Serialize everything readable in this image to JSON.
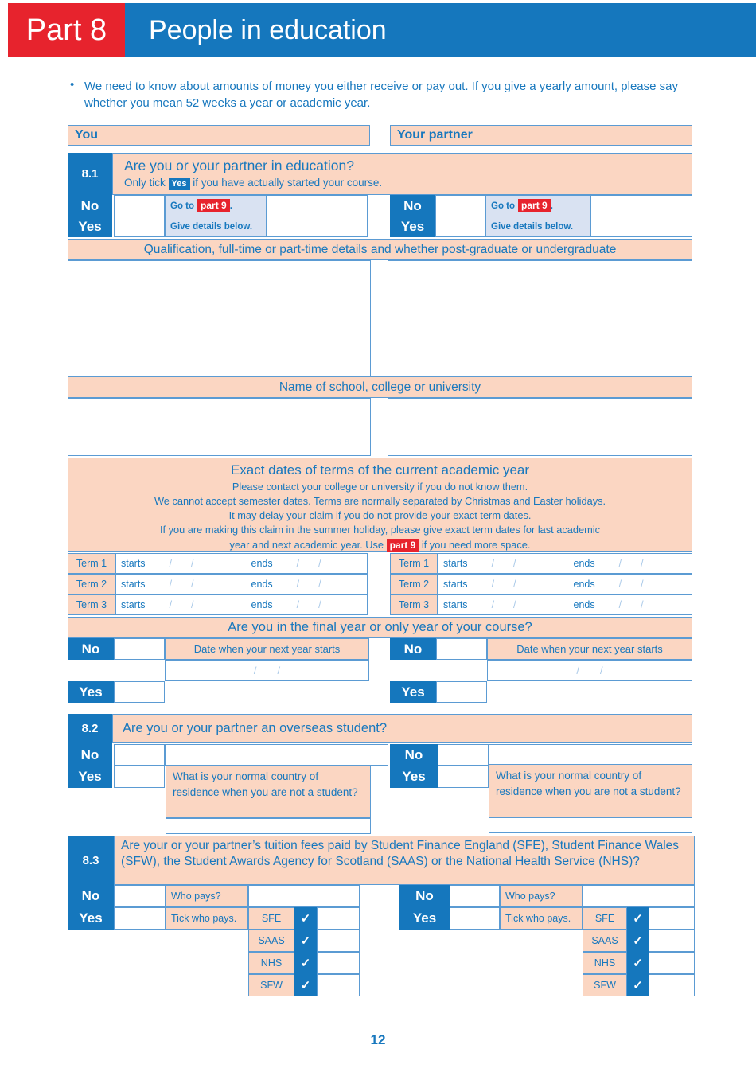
{
  "header": {
    "part_label": "Part 8",
    "title": "People in education"
  },
  "intro": {
    "bullet": "•",
    "text": "We need to know about amounts of money you either receive or pay out.  If you give a yearly amount, please say whether you mean 52 weeks a year or academic year."
  },
  "columns": {
    "you": "You",
    "partner": "Your partner"
  },
  "labels": {
    "no": "No",
    "yes": "Yes",
    "go_to": "Go to",
    "period": ".",
    "give_details": "Give details below.",
    "starts": "starts",
    "ends": "ends",
    "slash": "/",
    "yes_badge": "Yes",
    "part9_badge": "part 9"
  },
  "q81": {
    "number": "8.1",
    "question": "Are you or your partner in education?",
    "note_before": "Only tick",
    "note_after": "if you have actually started your course.",
    "qualification_header": "Qualification, full-time or part-time details and whether post-graduate or undergraduate",
    "school_header": "Name of school, college or university",
    "terms_title": "Exact dates of terms of the current academic year",
    "terms_line1": "Please contact your college or university if you do not know them.",
    "terms_line2": "We cannot accept semester dates.  Terms are normally separated by Christmas and Easter holidays.",
    "terms_line3": "It may delay your claim if you do not provide your exact term dates.",
    "terms_line4": "If you are making this claim in the summer holiday, please give exact term dates for last academic",
    "terms_line5_before": "year and next academic year.  Use",
    "terms_line5_after": "if you need more space.",
    "term_rows": [
      "Term 1",
      "Term 2",
      "Term 3"
    ],
    "final_year_question": "Are you in the final year or only year of your course?",
    "next_year_label": "Date when your next year starts"
  },
  "q82": {
    "number": "8.2",
    "question": "Are you or your partner an overseas student?",
    "country_question": "What is your normal country of residence when you are not a student?"
  },
  "q83": {
    "number": "8.3",
    "question": "Are your or your partner’s tuition fees paid by Student Finance England (SFE), Student Finance Wales (SFW), the Student Awards Agency for Scotland (SAAS) or the National Health Service (NHS)?",
    "who_pays": "Who pays?",
    "tick_who_pays": "Tick who pays.",
    "payers": [
      "SFE",
      "SAAS",
      "NHS",
      "SFW"
    ],
    "check_mark": "✓"
  },
  "footer": {
    "page_number": "12"
  },
  "colors": {
    "blue": "#1577bd",
    "peach": "#fbd6c2",
    "light_blue": "#d9e2f2",
    "red": "#e7232d",
    "border": "#5b9bd3",
    "slash": "#a9c9e8",
    "text": "#1878be"
  }
}
